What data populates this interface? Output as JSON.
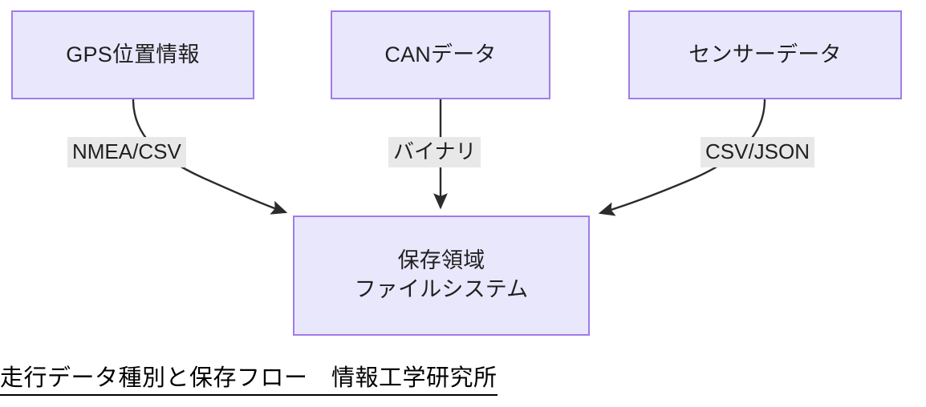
{
  "diagram": {
    "title": "走行データ種別と保存フロー　情報工学研究所",
    "colors": {
      "node_fill": "#e9e7fc",
      "node_border": "#a07ce8",
      "edge_stroke": "#2b2b2b",
      "label_bg": "#e8e8e8",
      "text": "#1f1f1f"
    },
    "nodes": {
      "gps": {
        "label": "GPS位置情報"
      },
      "can": {
        "label": "CANデータ"
      },
      "sensor": {
        "label": "センサーデータ"
      },
      "storage": {
        "line1": "保存領域",
        "line2": "ファイルシステム"
      }
    },
    "edges": {
      "gps_to_storage": {
        "label": "NMEA/CSV",
        "from": "gps",
        "to": "storage"
      },
      "can_to_storage": {
        "label": "バイナリ",
        "from": "can",
        "to": "storage"
      },
      "sensor_to_storage": {
        "label": "CSV/JSON",
        "from": "sensor",
        "to": "storage"
      }
    }
  }
}
